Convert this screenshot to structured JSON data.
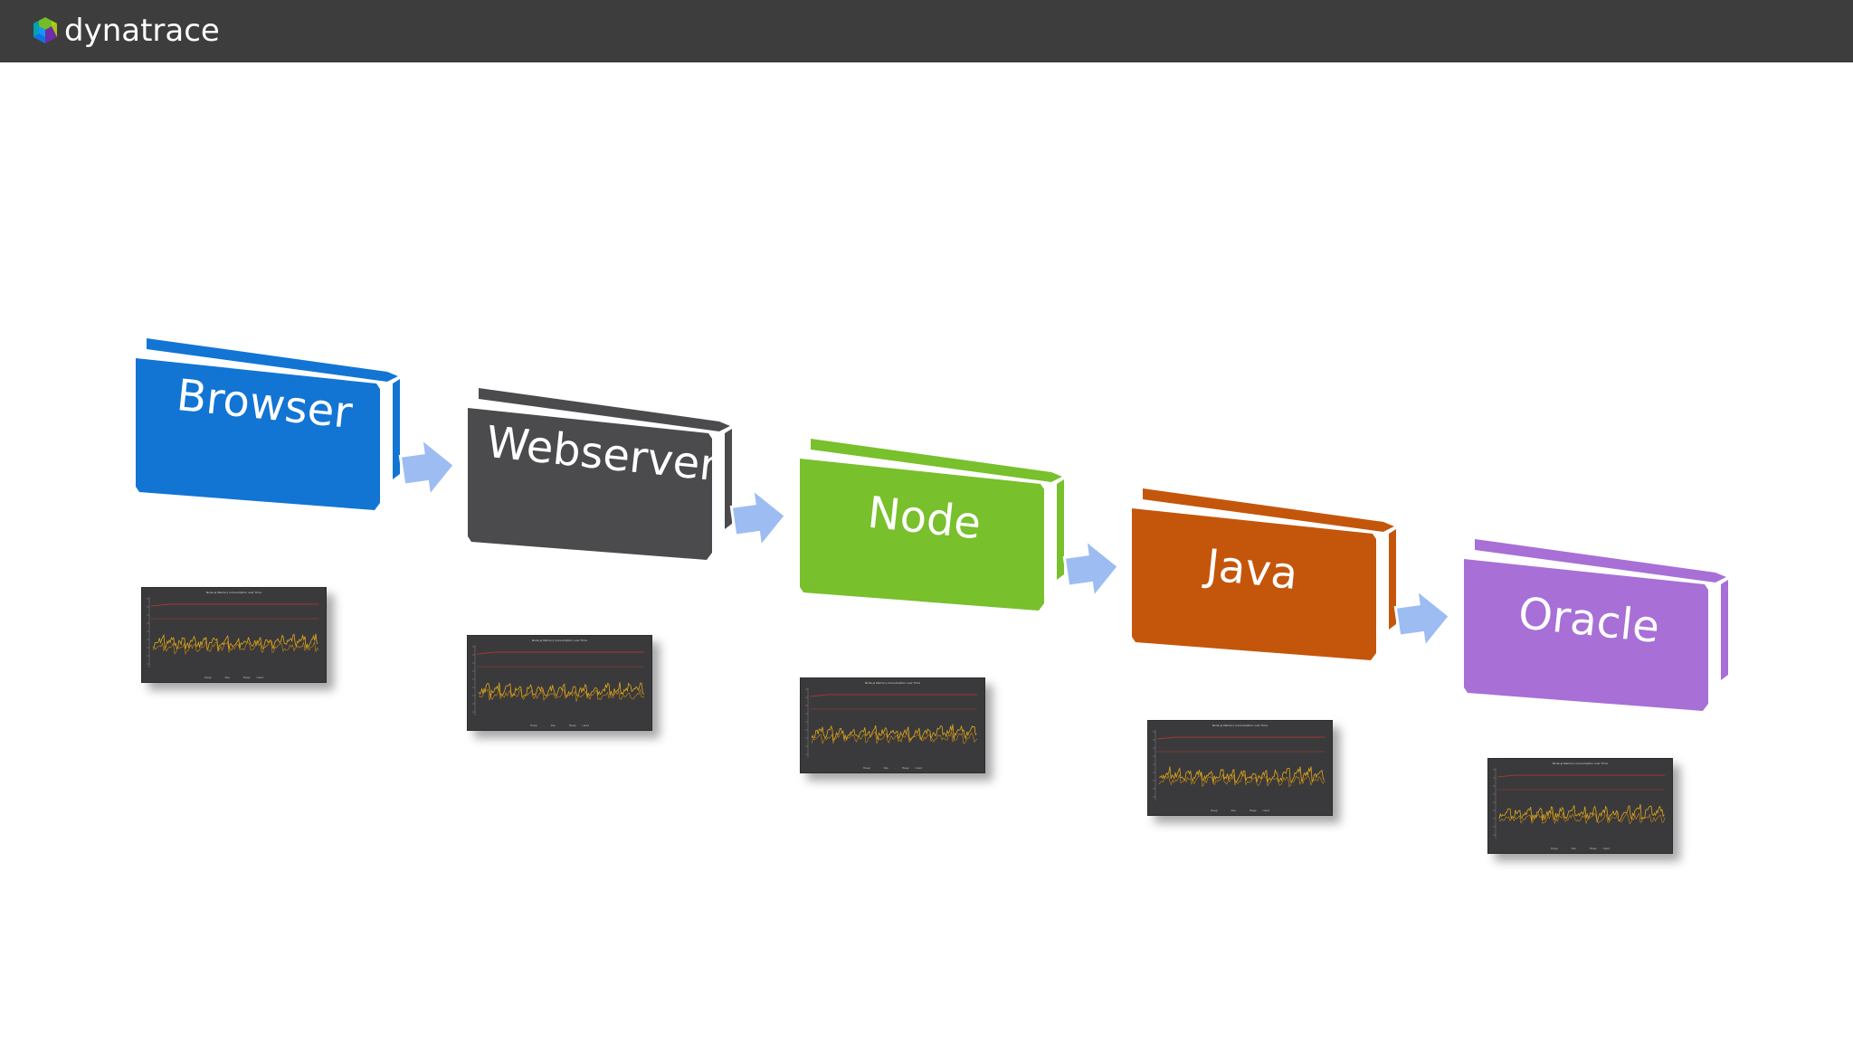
{
  "header": {
    "brand": "dynatrace",
    "logo_icon": "dynatrace-logo-icon",
    "background_color": "#3d3d3d"
  },
  "diagram": {
    "arrow_icon": "right-arrow-icon",
    "arrow_color": "#9dbcf2",
    "nodes": [
      {
        "label": "Browser",
        "color": "#1275d4"
      },
      {
        "label": "Webserver",
        "color": "#4b4b4d"
      },
      {
        "label": "Node",
        "color": "#78c02c"
      },
      {
        "label": "Java",
        "color": "#c4560c"
      },
      {
        "label": "Oracle",
        "color": "#a86fd6"
      }
    ],
    "chart_thumbnails": [
      {
        "title": "Node.js Memory Consumption over Time",
        "legend": "Heap · Rss · Heap Used"
      },
      {
        "title": "Node.js Memory Consumption over Time",
        "legend": "Heap · Rss · Heap Used"
      },
      {
        "title": "Node.js Memory Consumption over Time",
        "legend": "Heap · Rss · Heap Used"
      },
      {
        "title": "Node.js Memory Consumption over Time",
        "legend": "Heap · Rss · Heap Used"
      },
      {
        "title": "Node.js Memory Consumption over Time",
        "legend": "Heap · Rss · Heap Used"
      }
    ]
  }
}
